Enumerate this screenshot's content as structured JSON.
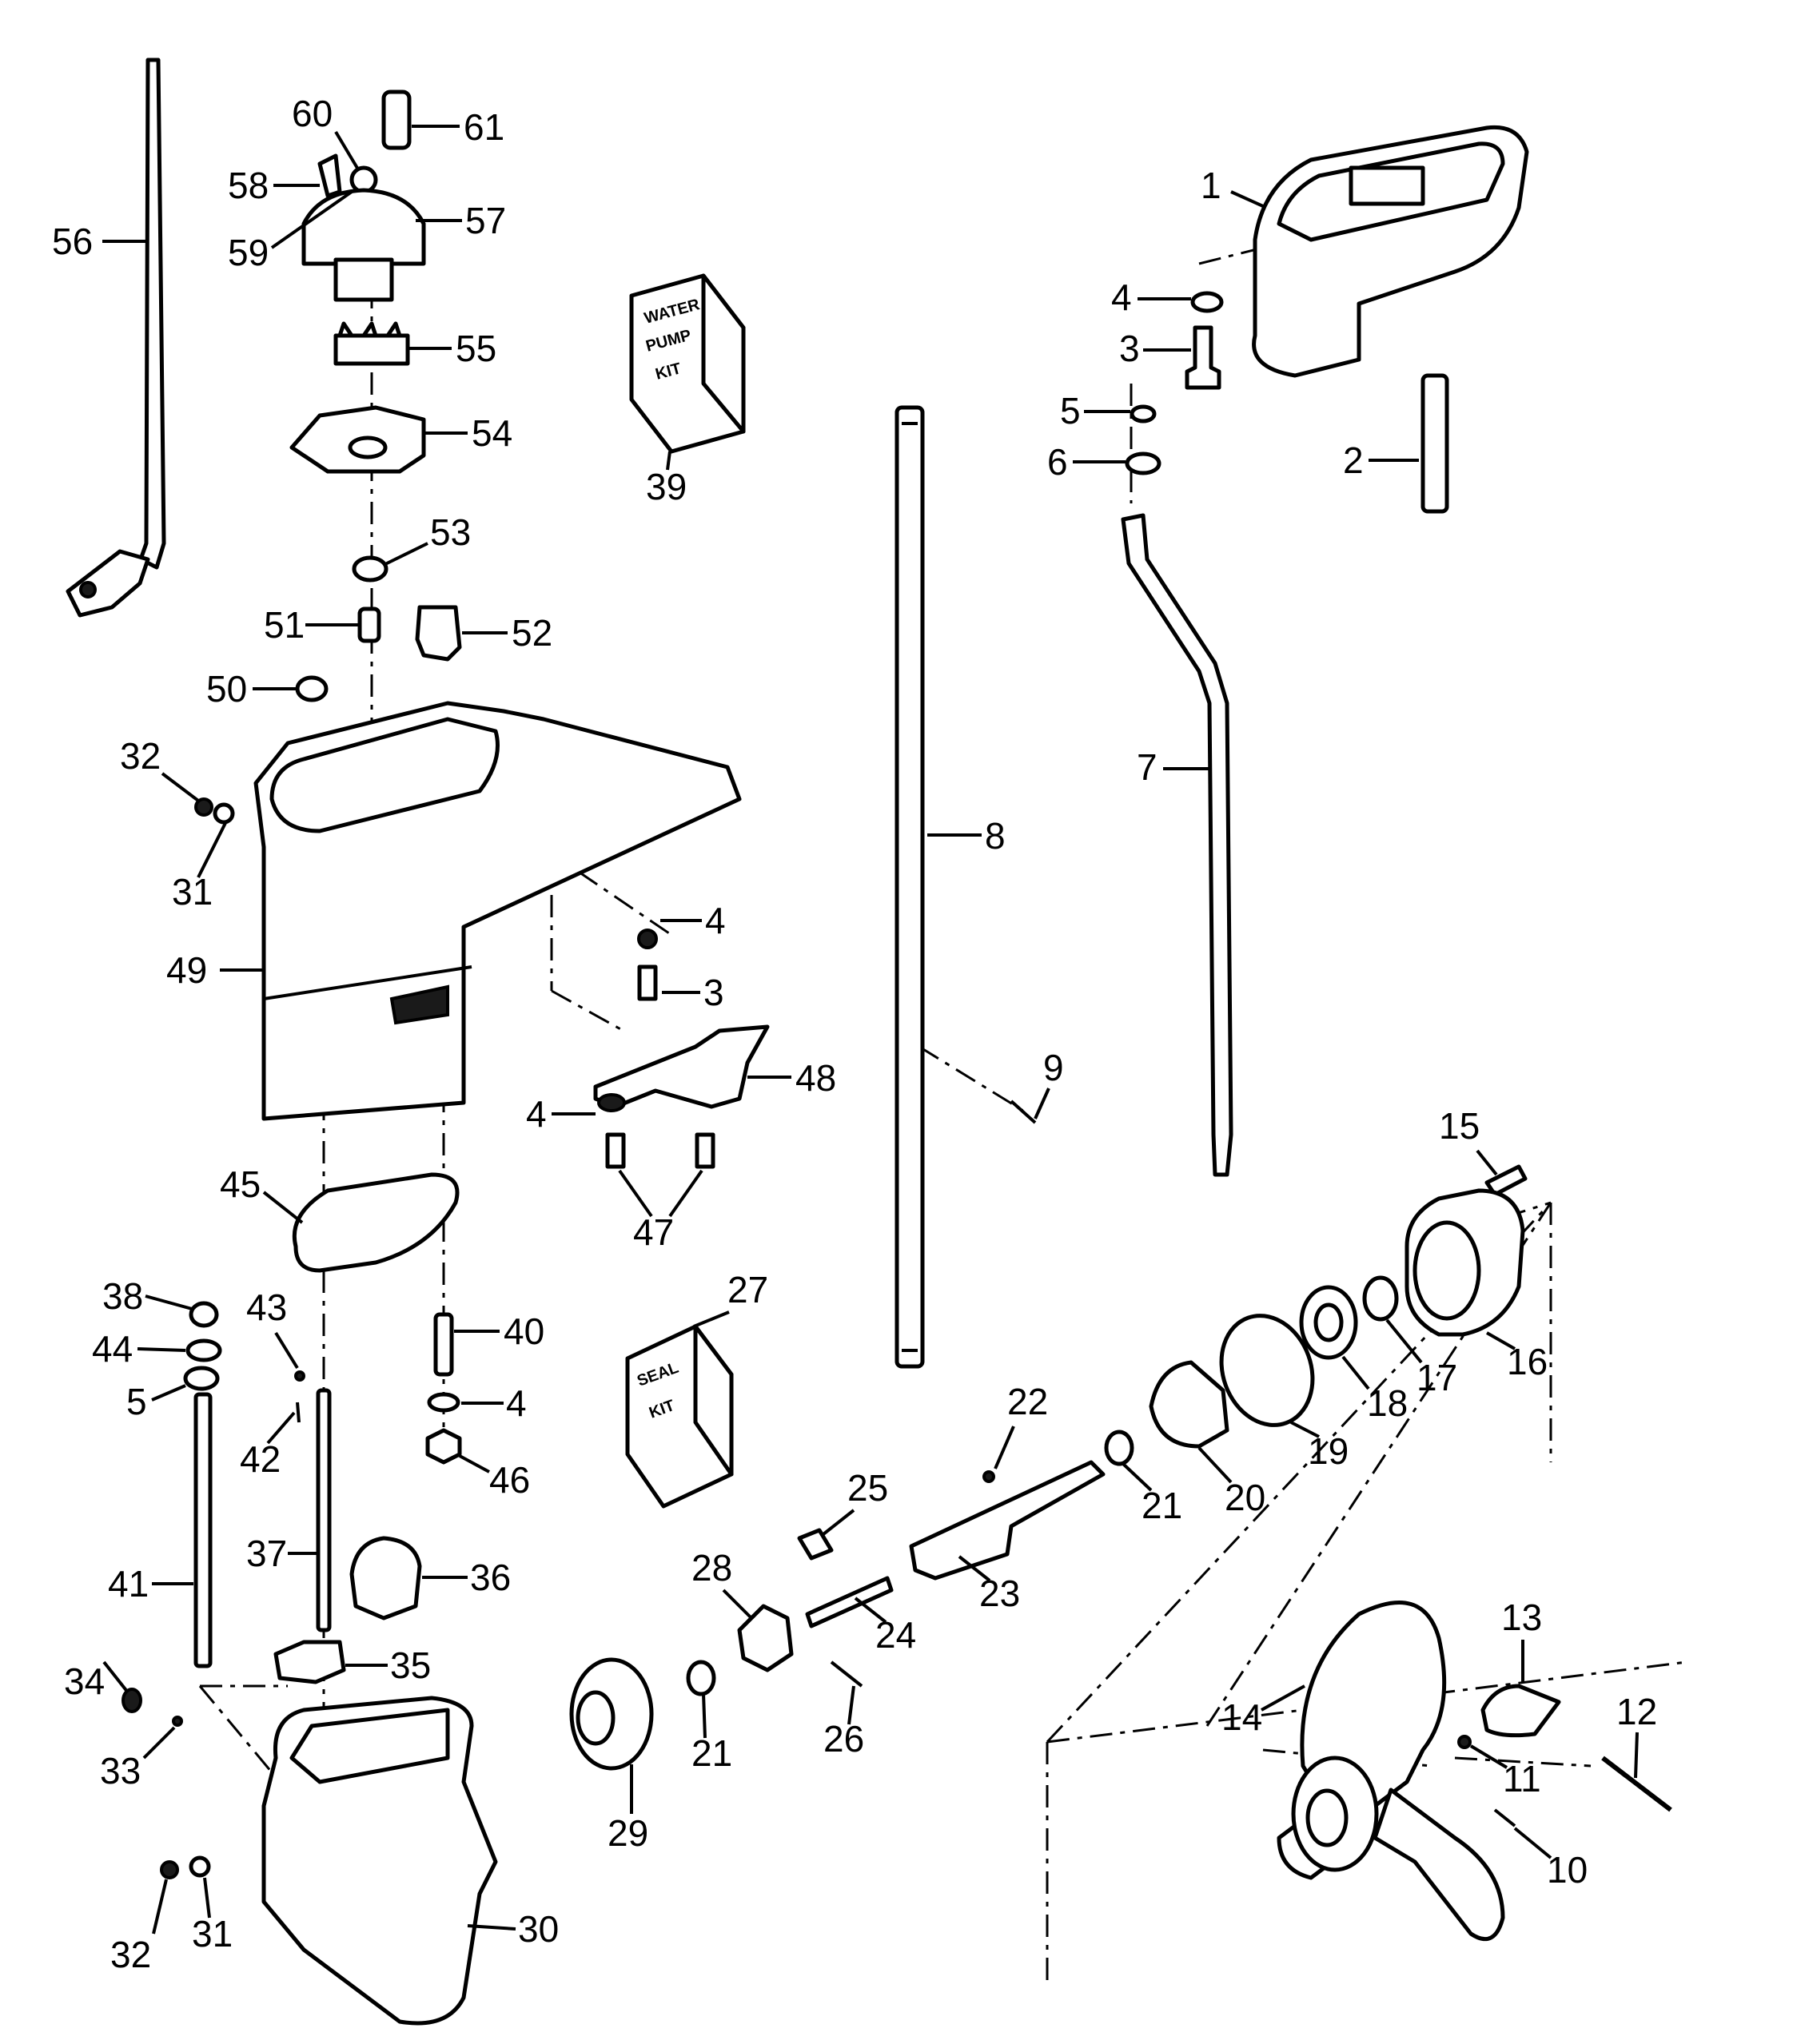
{
  "kits": {
    "water_pump": [
      "WATER",
      "PUMP",
      "KIT"
    ],
    "seal": [
      "SEAL",
      "KIT"
    ]
  },
  "callouts": [
    {
      "id": "c1",
      "label": "1"
    },
    {
      "id": "c2",
      "label": "2"
    },
    {
      "id": "c3a",
      "label": "3"
    },
    {
      "id": "c3b",
      "label": "3"
    },
    {
      "id": "c4a",
      "label": "4"
    },
    {
      "id": "c4b",
      "label": "4"
    },
    {
      "id": "c4c",
      "label": "4"
    },
    {
      "id": "c4d",
      "label": "4"
    },
    {
      "id": "c5a",
      "label": "5"
    },
    {
      "id": "c5b",
      "label": "5"
    },
    {
      "id": "c6",
      "label": "6"
    },
    {
      "id": "c7",
      "label": "7"
    },
    {
      "id": "c8",
      "label": "8"
    },
    {
      "id": "c9",
      "label": "9"
    },
    {
      "id": "c10",
      "label": "10"
    },
    {
      "id": "c11",
      "label": "11"
    },
    {
      "id": "c12",
      "label": "12"
    },
    {
      "id": "c13",
      "label": "13"
    },
    {
      "id": "c14",
      "label": "14"
    },
    {
      "id": "c15",
      "label": "15"
    },
    {
      "id": "c16",
      "label": "16"
    },
    {
      "id": "c17",
      "label": "17"
    },
    {
      "id": "c18",
      "label": "18"
    },
    {
      "id": "c19",
      "label": "19"
    },
    {
      "id": "c20",
      "label": "20"
    },
    {
      "id": "c21a",
      "label": "21"
    },
    {
      "id": "c21b",
      "label": "21"
    },
    {
      "id": "c22",
      "label": "22"
    },
    {
      "id": "c23",
      "label": "23"
    },
    {
      "id": "c24",
      "label": "24"
    },
    {
      "id": "c25",
      "label": "25"
    },
    {
      "id": "c26",
      "label": "26"
    },
    {
      "id": "c27",
      "label": "27"
    },
    {
      "id": "c28",
      "label": "28"
    },
    {
      "id": "c29",
      "label": "29"
    },
    {
      "id": "c30",
      "label": "30"
    },
    {
      "id": "c31a",
      "label": "31"
    },
    {
      "id": "c31b",
      "label": "31"
    },
    {
      "id": "c32a",
      "label": "32"
    },
    {
      "id": "c32b",
      "label": "32"
    },
    {
      "id": "c33",
      "label": "33"
    },
    {
      "id": "c34",
      "label": "34"
    },
    {
      "id": "c35",
      "label": "35"
    },
    {
      "id": "c36",
      "label": "36"
    },
    {
      "id": "c37",
      "label": "37"
    },
    {
      "id": "c38",
      "label": "38"
    },
    {
      "id": "c39",
      "label": "39"
    },
    {
      "id": "c40",
      "label": "40"
    },
    {
      "id": "c41",
      "label": "41"
    },
    {
      "id": "c42",
      "label": "42"
    },
    {
      "id": "c43",
      "label": "43"
    },
    {
      "id": "c44",
      "label": "44"
    },
    {
      "id": "c45",
      "label": "45"
    },
    {
      "id": "c46",
      "label": "46"
    },
    {
      "id": "c47",
      "label": "47"
    },
    {
      "id": "c48",
      "label": "48"
    },
    {
      "id": "c49",
      "label": "49"
    },
    {
      "id": "c50",
      "label": "50"
    },
    {
      "id": "c51",
      "label": "51"
    },
    {
      "id": "c52",
      "label": "52"
    },
    {
      "id": "c53",
      "label": "53"
    },
    {
      "id": "c54",
      "label": "54"
    },
    {
      "id": "c55",
      "label": "55"
    },
    {
      "id": "c56",
      "label": "56"
    },
    {
      "id": "c57",
      "label": "57"
    },
    {
      "id": "c58",
      "label": "58"
    },
    {
      "id": "c59",
      "label": "59"
    },
    {
      "id": "c60",
      "label": "60"
    },
    {
      "id": "c61",
      "label": "61"
    }
  ]
}
